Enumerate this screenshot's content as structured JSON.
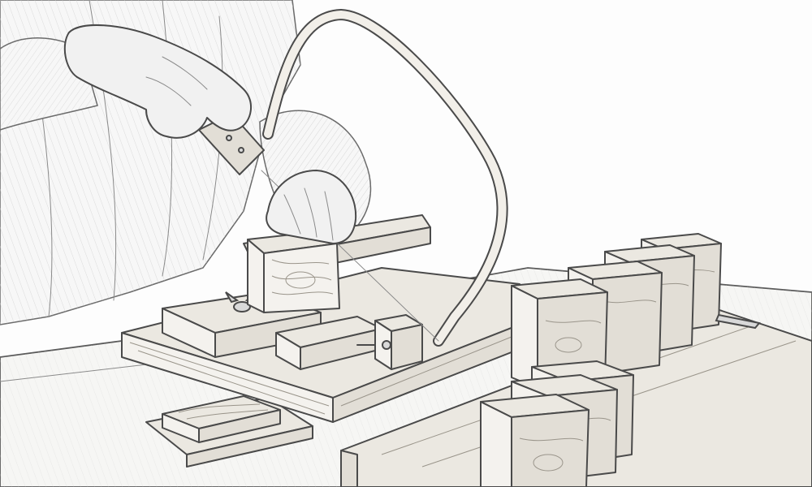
{
  "scene": {
    "style": "pencil-sketch",
    "palette": {
      "paper": "#fdfdfd",
      "ink": "#4a4a4a",
      "shade": "#e2ded6"
    },
    "soap_bars_in_row_back": 4,
    "soap_bars_in_row_front": 3,
    "loose_slab_count": 1
  }
}
